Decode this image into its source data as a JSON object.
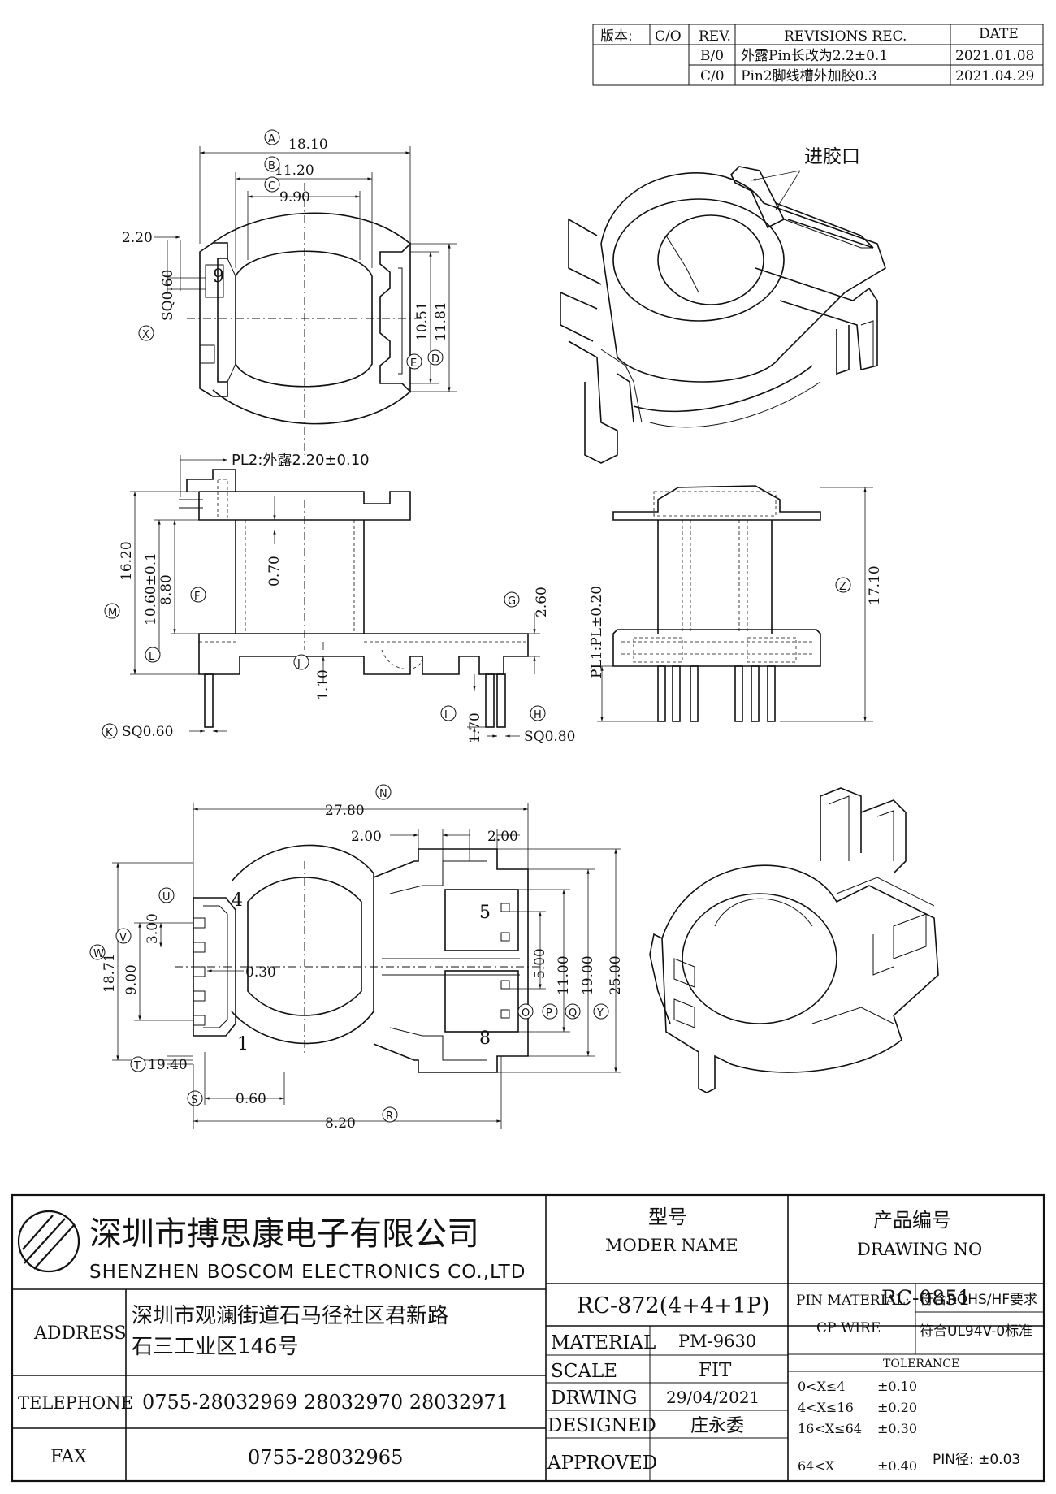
{
  "revision_block": {
    "version_label": "版本:",
    "version_value": "C/O",
    "rev_header": "REV.",
    "records_header": "REVISIONS REC.",
    "date_header": "DATE",
    "rows": [
      {
        "rev": "B/0",
        "record": "外露Pin长改为2.2±0.1",
        "date": "2021.01.08"
      },
      {
        "rev": "C/0",
        "record": "Pin2脚线槽外加胶0.3",
        "date": "2021.04.29"
      }
    ]
  },
  "callouts": {
    "gate": "进胶口",
    "pl2": "PL2:外露2.20±0.10",
    "pl1": "PL1:PL±0.20"
  },
  "top_view": {
    "dims": [
      "18.10",
      "11.20",
      "9.90",
      "2.20",
      "10.51",
      "11.81",
      "SQ0.60"
    ],
    "letters": [
      "A",
      "B",
      "C",
      "X",
      "E",
      "D"
    ],
    "pin_number": "9"
  },
  "side_view": {
    "dims": [
      "16.20",
      "10.60±0.1",
      "8.80",
      "0.70",
      "2.60",
      "1.10",
      "1.70",
      "SQ0.60",
      "SQ0.80"
    ],
    "letters": [
      "M",
      "F",
      "L",
      "G",
      "J",
      "K",
      "I",
      "H"
    ]
  },
  "end_view": {
    "dims": [
      "17.10"
    ],
    "letters": [
      "Z"
    ]
  },
  "bottom_view": {
    "dims": [
      "27.80",
      "2.00",
      "2.00",
      "3.00",
      "9.00",
      "18.71",
      "0.30",
      "5.00",
      "11.00",
      "19.00",
      "19.40",
      "0.60",
      "8.20",
      "25.00"
    ],
    "letters": [
      "N",
      "U",
      "V",
      "W",
      "T",
      "S",
      "R",
      "O",
      "P",
      "Q",
      "Y"
    ],
    "pin_numbers": [
      "4",
      "1",
      "5",
      "8"
    ]
  },
  "title_block": {
    "company_cn": "深圳市搏思康电子有限公司",
    "company_en": "SHENZHEN BOSCOM ELECTRONICS CO.,LTD",
    "address_label": "ADDRESS",
    "address_line1": "深圳市观澜街道石马径社区君新路",
    "address_line2": "石三工业区146号",
    "telephone_label": "TELEPHONE",
    "telephone_value": "0755-28032969 28032970 28032971",
    "fax_label": "FAX",
    "fax_value": "0755-28032965",
    "model_label_cn": "型号",
    "model_label_en": "MODER NAME",
    "model_value": "RC-872(4+4+1P)",
    "drawing_label_cn": "产品编号",
    "drawing_label_en": "DRAWING NO",
    "drawing_value": "RC-0851",
    "material_label": "MATERIAL",
    "material_value": "PM-9630",
    "scale_label": "SCALE",
    "scale_value": "FIT",
    "drawing_date_label": "DRWING",
    "drawing_date_value": "29/04/2021",
    "designed_label": "DESIGNED",
    "designed_value": "庄永委",
    "approved_label": "APPROVED",
    "approved_value": "",
    "pin_material_label": "PIN MATERIAL:",
    "pin_material_value": "CP WIRE",
    "rohs_note": "符合ROHS/HF要求",
    "ul_note": "符合UL94V-0标准",
    "tolerance_label": "TOLERANCE",
    "tolerances": [
      {
        "range": "0<X≤4",
        "tol": "±0.10"
      },
      {
        "range": "4<X≤16",
        "tol": "±0.20"
      },
      {
        "range": "16<X≤64",
        "tol": "±0.30"
      },
      {
        "range": "64<X",
        "tol": "±0.40"
      }
    ],
    "pin_dia_tol": "PIN径: ±0.03"
  }
}
